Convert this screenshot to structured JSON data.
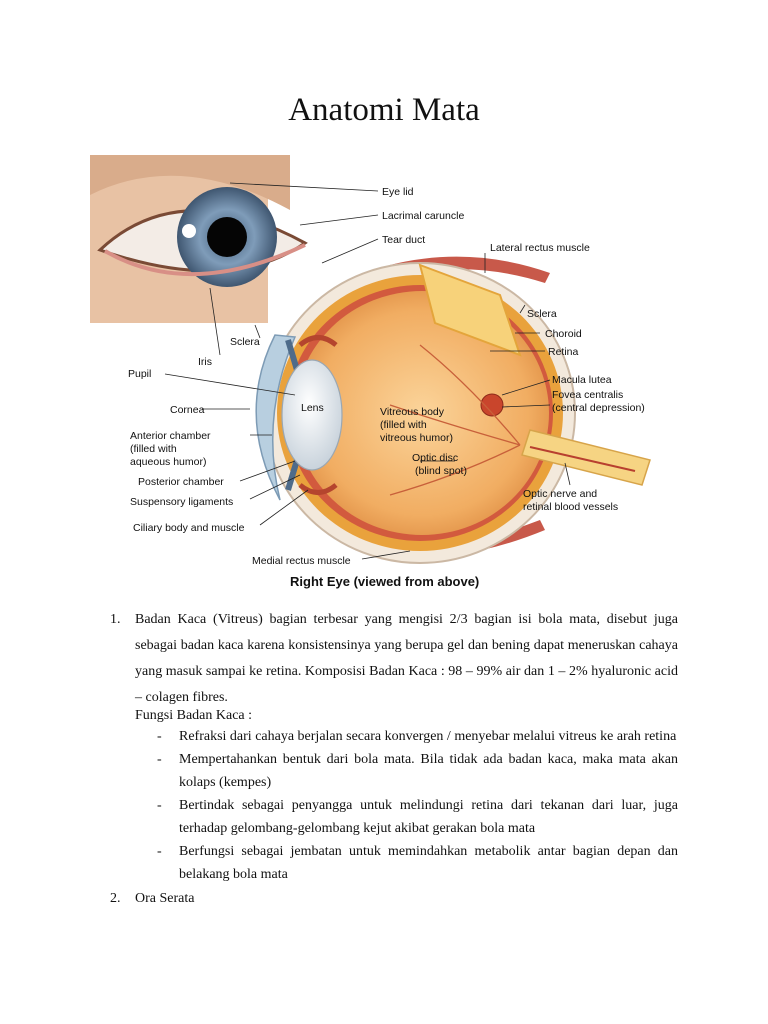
{
  "page": {
    "title": "Anatomi Mata"
  },
  "figure": {
    "labels": {
      "eye_lid": "Eye lid",
      "lacrimal_caruncle": "Lacrimal caruncle",
      "tear_duct": "Tear duct",
      "lateral_rectus": "Lateral rectus muscle",
      "sclera_left": "Sclera",
      "sclera_right": "Sclera",
      "choroid": "Choroid",
      "retina": "Retina",
      "iris": "Iris",
      "pupil": "Pupil",
      "macula_lutea": "Macula lutea",
      "fovea_1": "Fovea centralis",
      "fovea_2": "(central depression)",
      "cornea": "Cornea",
      "lens": "Lens",
      "vitreous_1": "Vitreous body",
      "vitreous_2": "(filled with",
      "vitreous_3": "vitreous humor)",
      "anterior_1": "Anterior chamber",
      "anterior_2": "(filled with",
      "anterior_3": "aqueous humor)",
      "optic_disc_1": "Optic disc",
      "optic_disc_2": "(blind spot)",
      "posterior_chamber": "Posterior chamber",
      "suspensory": "Suspensory ligaments",
      "optic_nerve_1": "Optic nerve and",
      "optic_nerve_2": "retinal blood vessels",
      "ciliary": "Ciliary body and muscle",
      "medial_rectus": "Medial rectus muscle",
      "caption": "Right Eye (viewed from above)"
    },
    "colors": {
      "skin": "#e9c3a6",
      "iris": "#6f8fae",
      "sclera": "#f3e9dc",
      "vitreous": "#f0b774",
      "choroid": "#e9a23c",
      "muscle": "#c8594a"
    }
  },
  "content": {
    "item1": {
      "number": "1.",
      "paragraph": "Badan Kaca (Vitreus) bagian terbesar yang mengisi 2/3  bagian isi bola mata, disebut juga sebagai badan kaca karena konsistensinya yang berupa gel dan bening dapat meneruskan cahaya yang masuk sampai ke retina. Komposisi Badan Kaca : 98 – 99% air dan 1 – 2% hyaluronic acid – colagen fibres.",
      "subheading": "Fungsi Badan Kaca :",
      "bullets": [
        "Refraksi dari cahaya berjalan secara konvergen / menyebar melalui vitreus ke arah retina",
        "Mempertahankan bentuk dari bola mata. Bila tidak ada badan kaca, maka mata akan kolaps (kempes)",
        "Bertindak sebagai penyangga untuk melindungi retina dari tekanan dari luar, juga terhadap gelombang-gelombang kejut akibat gerakan bola mata",
        "Berfungsi sebagai jembatan untuk memindahkan metabolik antar bagian depan dan belakang bola mata"
      ],
      "bullet_marker": "-"
    },
    "item2": {
      "number": "2.",
      "text": "Ora Serata"
    }
  }
}
